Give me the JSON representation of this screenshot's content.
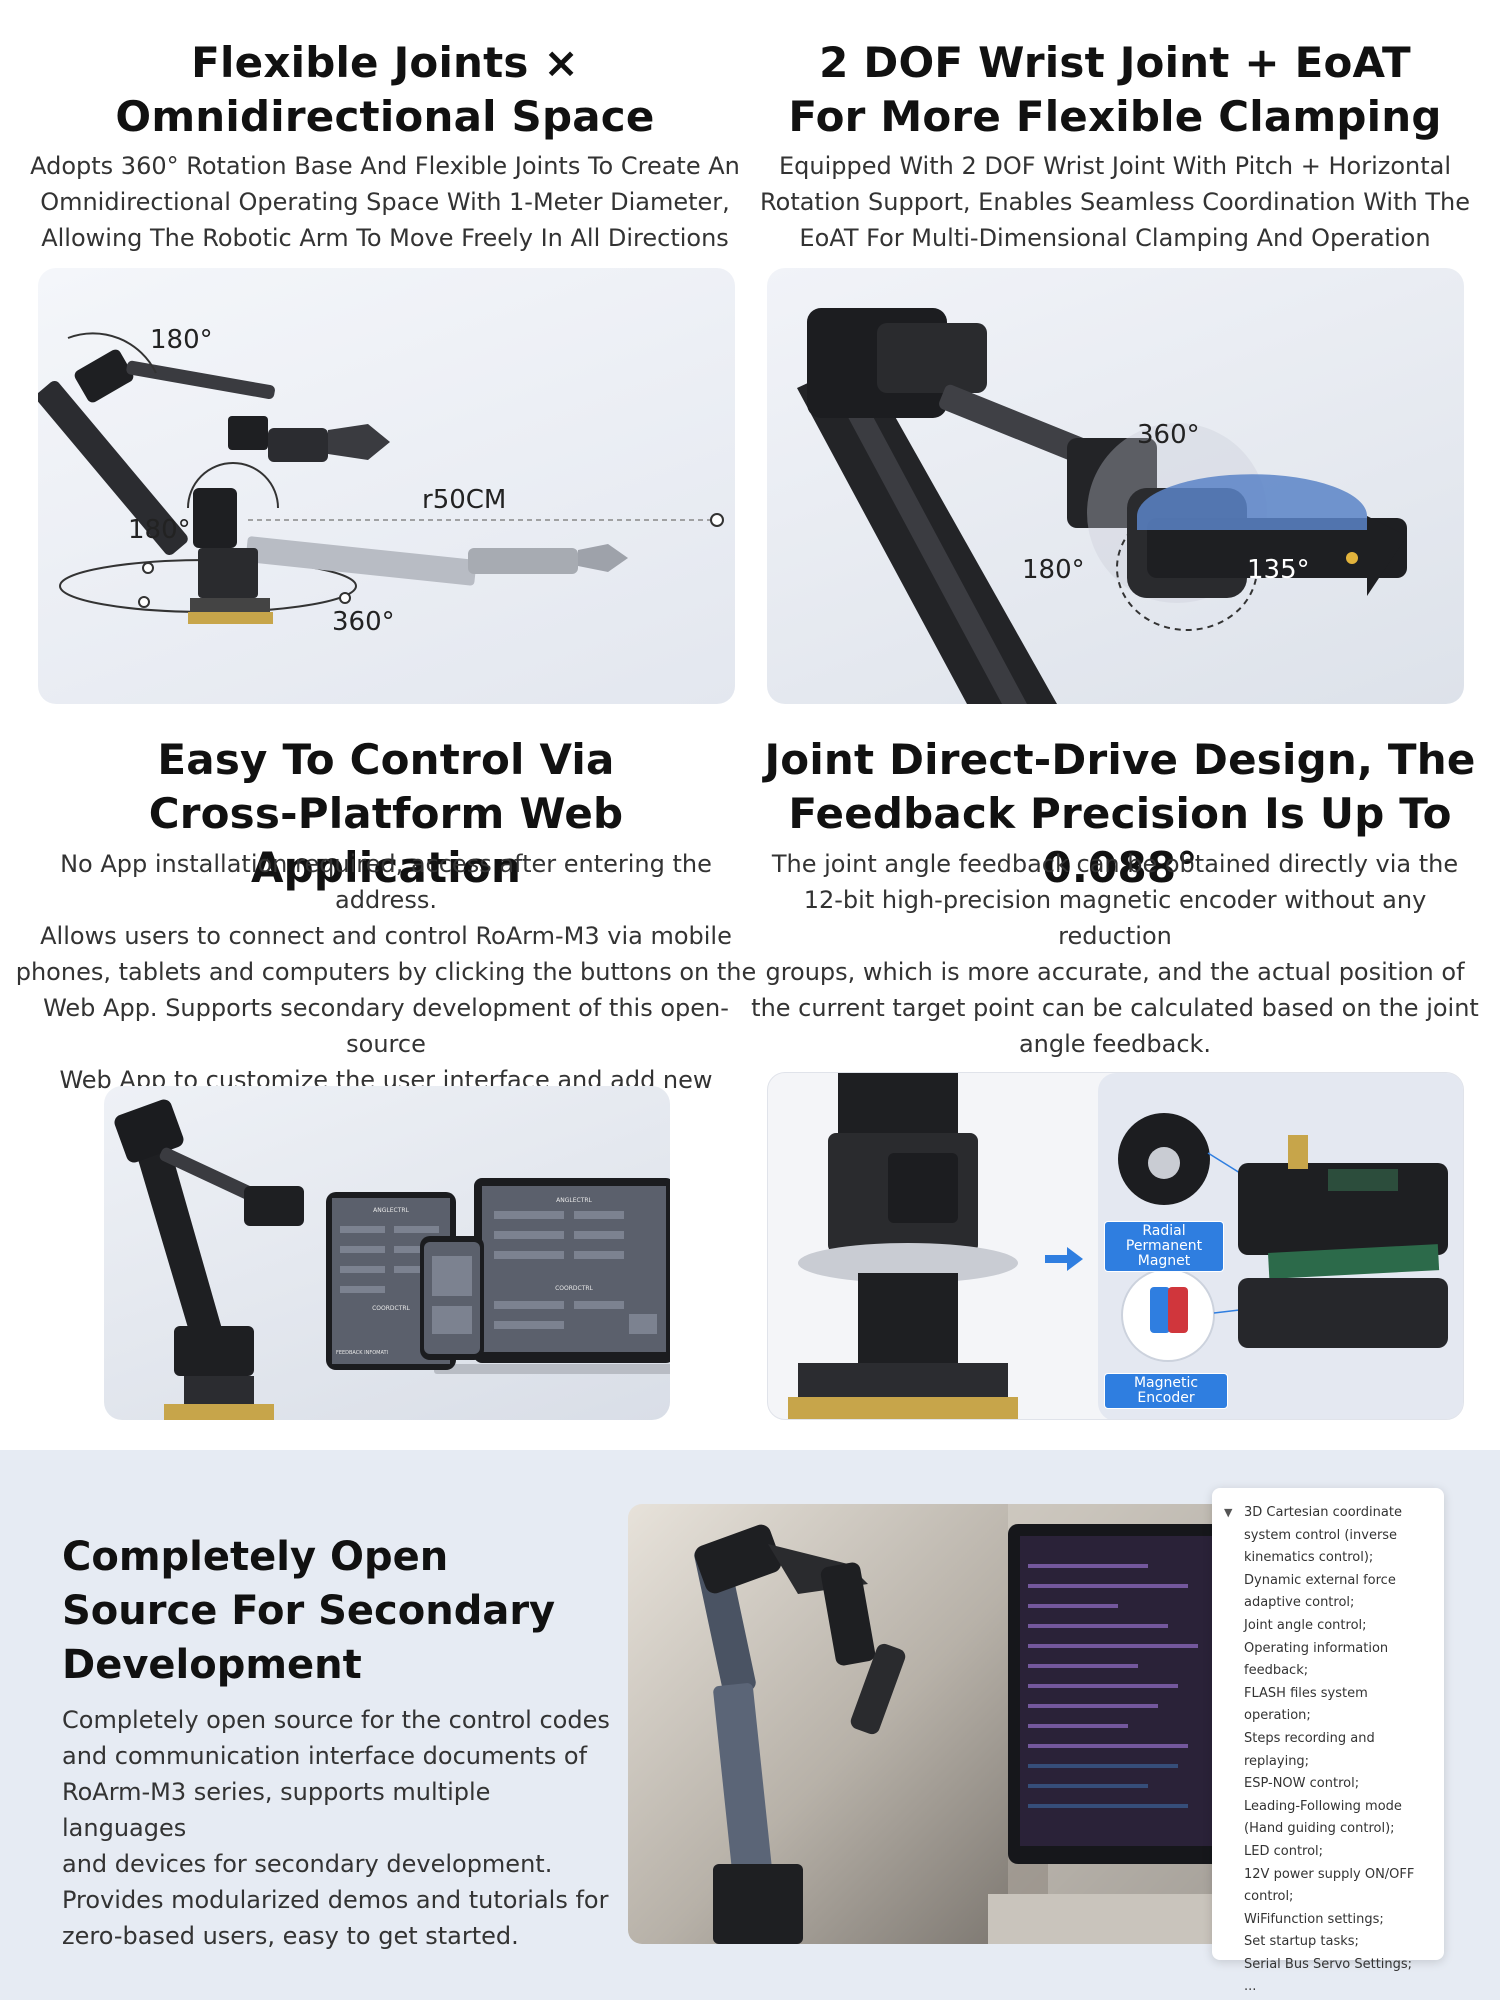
{
  "sections": {
    "joints": {
      "title": [
        "Flexible Joints ×",
        "Omnidirectional Space"
      ],
      "desc": [
        "Adopts 360° Rotation Base And Flexible Joints To Create An",
        "Omnidirectional Operating Space With 1-Meter Diameter,",
        "Allowing The Robotic Arm To Move Freely In All Directions"
      ],
      "labels": {
        "top": "180°",
        "mid": "180°",
        "base": "360°",
        "reach": "r50CM"
      }
    },
    "wrist": {
      "title": [
        "2 DOF Wrist Joint + EoAT",
        "For More Flexible Clamping"
      ],
      "desc": [
        "Equipped With 2 DOF Wrist Joint With Pitch + Horizontal",
        "Rotation Support, Enables Seamless Coordination With The",
        "EoAT For Multi-Dimensional Clamping And Operation"
      ],
      "labels": {
        "rot": "360°",
        "pitch": "180°",
        "grip": "135°"
      }
    },
    "web": {
      "title": [
        "Easy To Control Via",
        "Cross-Platform Web Application"
      ],
      "desc": [
        "No App installation required, access after entering the address.",
        "Allows users to connect and control RoArm-M3 via mobile",
        "phones, tablets and computers by clicking the buttons on the",
        "Web App. Supports secondary development of this open-source",
        "Web App to customize the user interface and add new functions."
      ],
      "screen_labels": {
        "tablet_top": "ANGLECTRL",
        "tablet_mid": "COORDCTRL",
        "tablet_bottom": "FEEDBACK INFOMATI",
        "laptop_top": "ANGLECTRL",
        "laptop_mid": "COORDCTRL"
      }
    },
    "drive": {
      "title": [
        "Joint Direct-Drive Design, The",
        "Feedback Precision Is Up To 0.088°"
      ],
      "desc": [
        "The joint angle feedback can be obtained directly via the",
        "12-bit high-precision magnetic encoder without any reduction",
        "groups, which is more accurate, and the actual position of",
        "the current target point can be calculated based on the joint",
        "angle feedback."
      ],
      "badges": {
        "magnet": [
          "Radial Permanent",
          "Magnet"
        ],
        "encoder": "Magnetic Encoder"
      }
    }
  },
  "open_source": {
    "title": [
      "Completely Open",
      "Source For Secondary",
      "Development"
    ],
    "desc": [
      "Completely open source for the control codes",
      "and communication interface documents of",
      "RoArm-M3 series, supports multiple languages",
      "and devices for secondary development.",
      "Provides modularized demos and tutorials for",
      "zero-based users, easy to get started."
    ],
    "feature_marker": "▼",
    "features": [
      "3D Cartesian coordinate",
      "system control (inverse",
      "kinematics control);",
      "Dynamic external force",
      "adaptive control;",
      "Joint angle control;",
      "Operating information",
      "feedback;",
      "FLASH files system operation;",
      "Steps recording and replaying;",
      "ESP-NOW control;",
      "Leading-Following mode",
      "(Hand guiding control);",
      "LED control;",
      "12V power supply ON/OFF",
      "control;",
      "WiFifunction settings;",
      "Set startup tasks;",
      "Serial Bus Servo Settings;",
      "..."
    ]
  },
  "colors": {
    "accent": "#2f7ee0",
    "card_bg": "#e8ecf3",
    "band_bg": "#e6ebf3",
    "arm_dark": "#1e1f22"
  }
}
